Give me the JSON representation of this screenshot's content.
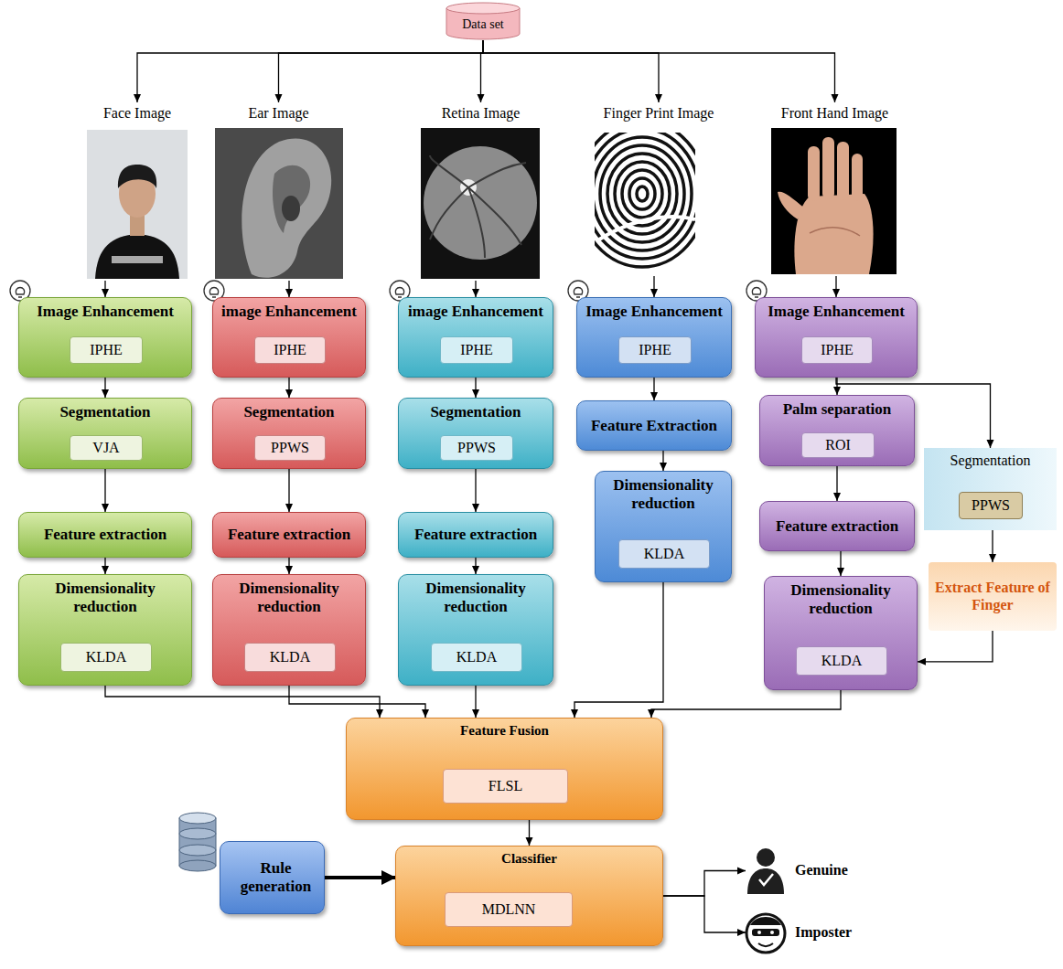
{
  "diagram": {
    "nodes": [
      {
        "text": [
          "Data set"
        ]
      },
      {
        "text": [
          "Face Image"
        ]
      },
      {
        "text": [
          "Ear Image"
        ]
      },
      {
        "text": [
          "Retina Image"
        ]
      },
      {
        "text": [
          "Finger Print Image"
        ]
      },
      {
        "text": [
          "Front Hand Image"
        ]
      },
      {
        "text": [
          "Image Enhancement"
        ]
      },
      {
        "text": [
          "IPHE"
        ],
        "in": 6
      },
      {
        "text": [
          "Segmentation"
        ]
      },
      {
        "text": [
          "VJA"
        ],
        "in": 8
      },
      {
        "text": [
          "Feature extraction"
        ]
      },
      {
        "text": [
          "Dimensionality reduction"
        ]
      },
      {
        "text": [
          "KLDA"
        ],
        "in": 11
      },
      {
        "text": [
          "image Enhancement"
        ]
      },
      {
        "text": [
          "IPHE"
        ],
        "in": 13
      },
      {
        "text": [
          "Segmentation"
        ]
      },
      {
        "text": [
          "PPWS"
        ],
        "in": 15
      },
      {
        "text": [
          "Feature extraction"
        ]
      },
      {
        "text": [
          "Dimensionality reduction"
        ]
      },
      {
        "text": [
          "KLDA"
        ],
        "in": 18
      },
      {
        "text": [
          "image Enhancement"
        ]
      },
      {
        "text": [
          "IPHE"
        ],
        "in": 20
      },
      {
        "text": [
          "Segmentation"
        ]
      },
      {
        "text": [
          "PPWS"
        ],
        "in": 22
      },
      {
        "text": [
          "Feature extraction"
        ]
      },
      {
        "text": [
          "Dimensionality reduction"
        ]
      },
      {
        "text": [
          "KLDA"
        ],
        "in": 25
      },
      {
        "text": [
          "Image Enhancement"
        ]
      },
      {
        "text": [
          "IPHE"
        ],
        "in": 27
      },
      {
        "text": [
          "Feature Extraction"
        ]
      },
      {
        "text": [
          "Dimensionality reduction"
        ]
      },
      {
        "text": [
          "KLDA"
        ],
        "in": 30
      },
      {
        "text": [
          "Image Enhancement"
        ]
      },
      {
        "text": [
          "IPHE"
        ],
        "in": 32
      },
      {
        "text": [
          "Palm separation"
        ]
      },
      {
        "text": [
          "ROI"
        ],
        "in": 34
      },
      {
        "text": [
          "Feature extraction"
        ]
      },
      {
        "text": [
          "Dimensionality reduction"
        ]
      },
      {
        "text": [
          "KLDA"
        ],
        "in": 37
      },
      {
        "text": [
          "Segmentation"
        ]
      },
      {
        "text": [
          "PPWS"
        ],
        "in": 39
      },
      {
        "text": [
          "Extract Feature of Finger"
        ]
      },
      {
        "text": [
          "Feature Fusion"
        ]
      },
      {
        "text": [
          "FLSL"
        ],
        "in": 42
      },
      {
        "text": [
          "Rule generation"
        ]
      },
      {
        "text": [
          "Classifier"
        ]
      },
      {
        "text": [
          "MDLNN"
        ],
        "in": 45
      },
      {
        "text": [
          "Genuine"
        ]
      },
      {
        "text": [
          "Imposter"
        ]
      }
    ],
    "edges": [
      {
        "from": 0,
        "to": 1,
        "arrow": "to"
      },
      {
        "from": 0,
        "to": 2,
        "arrow": "to"
      },
      {
        "from": 0,
        "to": 3,
        "arrow": "to"
      },
      {
        "from": 0,
        "to": 4,
        "arrow": "to"
      },
      {
        "from": 0,
        "to": 5,
        "arrow": "to"
      },
      {
        "from": 1,
        "to": 6,
        "arrow": "to"
      },
      {
        "from": 2,
        "to": 13,
        "arrow": "to"
      },
      {
        "from": 3,
        "to": 20,
        "arrow": "to"
      },
      {
        "from": 4,
        "to": 27,
        "arrow": "to"
      },
      {
        "from": 5,
        "to": 32,
        "arrow": "to"
      },
      {
        "from": 6,
        "to": 8,
        "arrow": "to"
      },
      {
        "from": 8,
        "to": 10,
        "arrow": "to"
      },
      {
        "from": 10,
        "to": 11,
        "arrow": "to"
      },
      {
        "from": 13,
        "to": 15,
        "arrow": "to"
      },
      {
        "from": 15,
        "to": 17,
        "arrow": "to"
      },
      {
        "from": 17,
        "to": 18,
        "arrow": "to"
      },
      {
        "from": 20,
        "to": 22,
        "arrow": "to"
      },
      {
        "from": 22,
        "to": 24,
        "arrow": "to"
      },
      {
        "from": 24,
        "to": 25,
        "arrow": "to"
      },
      {
        "from": 27,
        "to": 29,
        "arrow": "to"
      },
      {
        "from": 29,
        "to": 30,
        "arrow": "to"
      },
      {
        "from": 32,
        "to": 34,
        "arrow": "to"
      },
      {
        "from": 34,
        "to": 36,
        "arrow": "to"
      },
      {
        "from": 36,
        "to": 37,
        "arrow": "to"
      },
      {
        "from": 32,
        "to": 39,
        "arrow": "to"
      },
      {
        "from": 39,
        "to": 41,
        "arrow": "to"
      },
      {
        "from": 41,
        "to": 37,
        "arrow": "to"
      },
      {
        "from": 11,
        "to": 42,
        "arrow": "to"
      },
      {
        "from": 18,
        "to": 42,
        "arrow": "to"
      },
      {
        "from": 25,
        "to": 42,
        "arrow": "to"
      },
      {
        "from": 30,
        "to": 42,
        "arrow": "to"
      },
      {
        "from": 37,
        "to": 42,
        "arrow": "to"
      },
      {
        "from": 42,
        "to": 45,
        "arrow": "to"
      },
      {
        "from": 44,
        "to": 45,
        "arrow": "to"
      },
      {
        "from": 45,
        "to": 47,
        "arrow": "to"
      },
      {
        "from": 45,
        "to": 48,
        "arrow": "to"
      }
    ]
  }
}
